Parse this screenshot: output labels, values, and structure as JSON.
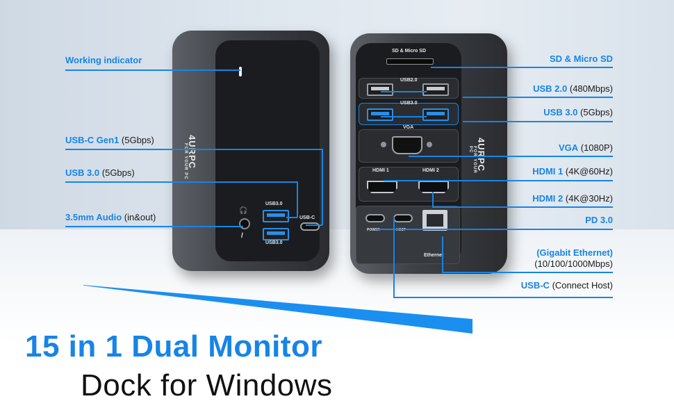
{
  "headline": {
    "line1": "15 in 1 Dual Monitor",
    "line2": "Dock for Windows"
  },
  "device": {
    "brand": "4URPC",
    "brand_sub": "FOR YOUR PC"
  },
  "port_labels": {
    "usb3_top": "USB3.0",
    "usb3_bottom": "USB3.0",
    "usbc": "USB-C",
    "sd": "SD & Micro SD",
    "usb2": "USB2.0",
    "usb3": "USB3.0",
    "vga": "VGA",
    "hdmi1": "HDMI 1",
    "hdmi2": "HDMI 2",
    "power": "POWER",
    "host": "HOST",
    "ethernet": "Ethernet"
  },
  "callouts_left": [
    {
      "name": "Working indicator",
      "detail": ""
    },
    {
      "name": "USB-C Gen1",
      "detail": "(5Gbps)"
    },
    {
      "name": "USB 3.0",
      "detail": "(5Gbps)"
    },
    {
      "name": "3.5mm Audio",
      "detail": "(in&out)"
    }
  ],
  "callouts_right": [
    {
      "name": "SD & Micro SD",
      "detail": ""
    },
    {
      "name": "USB 2.0",
      "detail": "(480Mbps)"
    },
    {
      "name": "USB 3.0",
      "detail": "(5Gbps)"
    },
    {
      "name": "VGA",
      "detail": "(1080P)"
    },
    {
      "name": "HDMI 1",
      "detail": "(4K@60Hz)"
    },
    {
      "name": "HDMI 2",
      "detail": "(4K@30Hz)"
    },
    {
      "name": "PD 3.0",
      "detail": ""
    },
    {
      "name": "(Gigabit Ethernet)",
      "detail": "(10/100/1000Mbps)"
    },
    {
      "name": "USB-C",
      "detail": "(Connect Host)"
    }
  ],
  "colors": {
    "accent": "#1784e6",
    "text": "#1a1a1a",
    "device": "#3e4146"
  }
}
